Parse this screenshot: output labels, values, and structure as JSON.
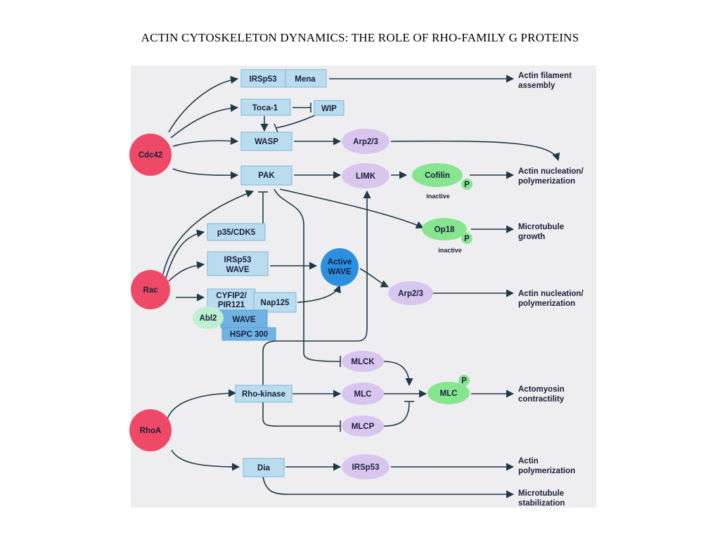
{
  "title": "ACTIN CYTOSKELETON DYNAMICS:  THE ROLE OF RHO-FAMILY G PROTEINS",
  "colors": {
    "gtpase": "#ee4a68",
    "box": "#b9dcef",
    "box_dark": "#6fb2e3",
    "purple": "#d8c6ee",
    "green": "#86e68f",
    "active": "#2d8fe0",
    "abi": "#bdf0d0",
    "line": "#1e3a48"
  },
  "nodes": {
    "cdc42": "Cdc42",
    "rac": "Rac",
    "rhoa": "RhoA",
    "irsp53_top": "IRSp53",
    "mena": "Mena",
    "toca1": "Toca-1",
    "wip": "WIP",
    "wasp": "WASP",
    "pak": "PAK",
    "arp23_top": "Arp2/3",
    "limk": "LIMK",
    "cofilin": "Cofilin",
    "cofilin_p": "P",
    "cofilin_state": "inactive",
    "op18": "Op18",
    "op18_p": "P",
    "op18_state": "inactive",
    "p35cdk5": "p35/CDK5",
    "irsp53_wave_1": "IRSp53",
    "irsp53_wave_2": "WAVE",
    "active_wave_1": "Active",
    "active_wave_2": "WAVE",
    "arp23_mid": "Arp2/3",
    "cyfip2_1": "CYFIP2/",
    "cyfip2_2": "PIR121",
    "nap125": "Nap125",
    "abi2": "Abl2",
    "wave": "WAVE",
    "hspc300": "HSPC 300",
    "mlck": "MLCK",
    "rho_kinase": "Rho-kinase",
    "mlc": "MLC",
    "mlc_p": "MLC",
    "mlc_p_p": "P",
    "mlcp": "MLCP",
    "dia": "Dia",
    "irsp53_bottom": "IRSp53"
  },
  "outputs": {
    "actin_filament_1": "Actin filament",
    "actin_filament_2": "assembly",
    "actin_nucleation_1a": "Actin nucleation/",
    "actin_nucleation_1b": "polymerization",
    "microtubule_growth_1": "Microtubule",
    "microtubule_growth_2": "growth",
    "actin_nucleation_2a": "Actin nucleation/",
    "actin_nucleation_2b": "polymerization",
    "actomyosin_1": "Actomyosin",
    "actomyosin_2": "contractility",
    "actin_poly_1": "Actin",
    "actin_poly_2": "polymerization",
    "microtubule_stab_1": "Microtubule",
    "microtubule_stab_2": "stabilization"
  }
}
